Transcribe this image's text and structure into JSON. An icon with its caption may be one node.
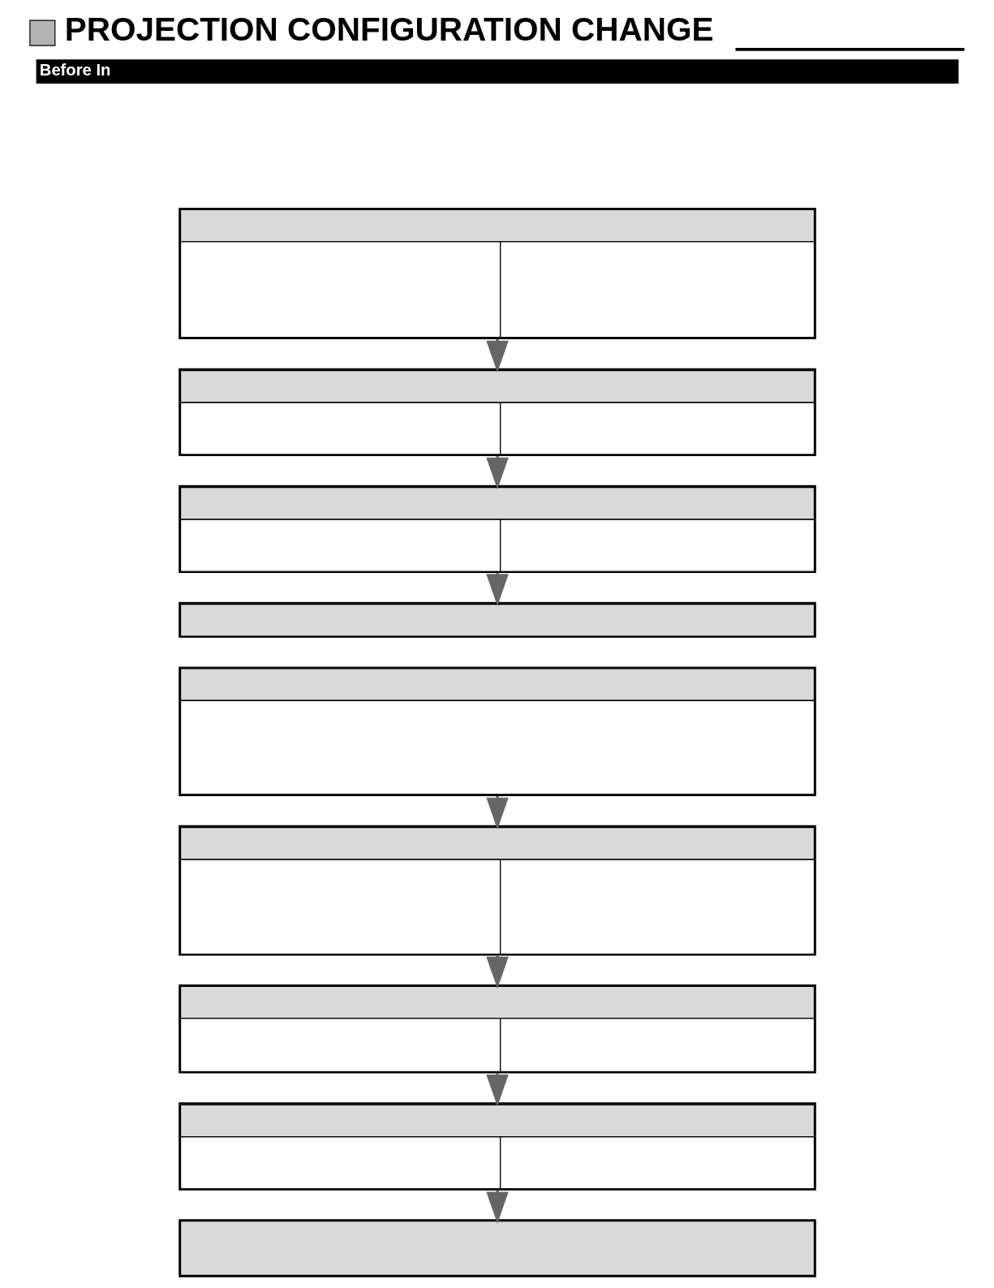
{
  "diagram": {
    "title": "PROJECTION CONFIGURATION CHANGE",
    "nodes": [
      {
        "text": [],
        "shape": "box"
      },
      {
        "text": [],
        "shape": "box"
      },
      {
        "text": [],
        "shape": "box"
      },
      {
        "text": [],
        "shape": "box"
      },
      {
        "text": [],
        "shape": "box"
      },
      {
        "text": [],
        "shape": "box"
      },
      {
        "text": [],
        "shape": "box"
      },
      {
        "text": [],
        "shape": "box"
      },
      {
        "text": [],
        "shape": "box"
      }
    ],
    "edges": [
      {
        "from": 0,
        "to": 1,
        "arrow": "to"
      },
      {
        "from": 1,
        "to": 2,
        "arrow": "to"
      },
      {
        "from": 2,
        "to": 3,
        "arrow": "to"
      },
      {
        "from": 4,
        "to": 5,
        "arrow": "to"
      },
      {
        "from": 5,
        "to": 6,
        "arrow": "to"
      },
      {
        "from": 6,
        "to": 7,
        "arrow": "to"
      },
      {
        "from": 7,
        "to": 8,
        "arrow": "to"
      }
    ],
    "labels": [
      "Before In"
    ]
  }
}
